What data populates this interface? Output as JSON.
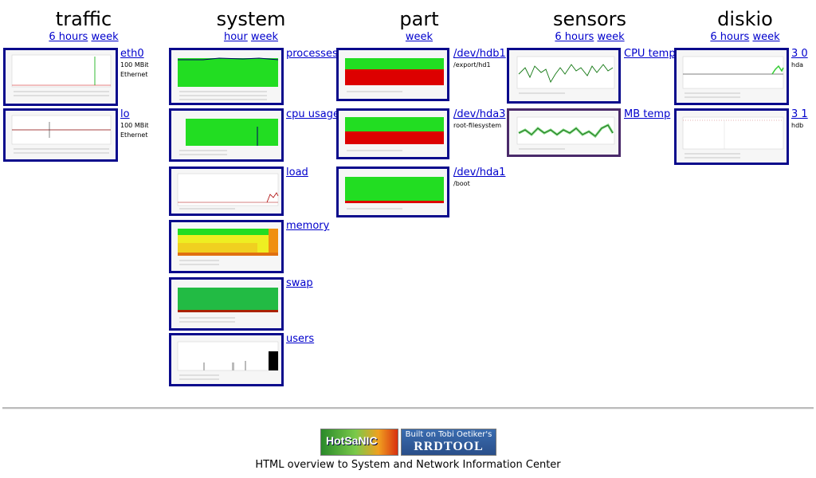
{
  "columns": {
    "traffic": {
      "title": "traffic",
      "links": [
        "6 hours",
        "week"
      ]
    },
    "system": {
      "title": "system",
      "links": [
        "hour",
        "week"
      ]
    },
    "part": {
      "title": "part",
      "links": [
        "week"
      ]
    },
    "sensors": {
      "title": "sensors",
      "links": [
        "6 hours",
        "week"
      ]
    },
    "diskio": {
      "title": "diskio",
      "links": [
        "6 hours",
        "week"
      ]
    }
  },
  "traffic": [
    {
      "label": "eth0",
      "sub1": "100 MBit",
      "sub2": "Ethernet"
    },
    {
      "label": "lo",
      "sub1": "100 MBit",
      "sub2": "Ethernet"
    }
  ],
  "system": [
    {
      "label": "processes"
    },
    {
      "label": "cpu usage"
    },
    {
      "label": "load"
    },
    {
      "label": "memory"
    },
    {
      "label": "swap"
    },
    {
      "label": "users"
    }
  ],
  "part": [
    {
      "label": "/dev/hdb1",
      "sub1": "/export/hd1"
    },
    {
      "label": "/dev/hda3",
      "sub1": "root-filesystem"
    },
    {
      "label": "/dev/hda1",
      "sub1": "/boot"
    }
  ],
  "sensors": [
    {
      "label": "CPU temp"
    },
    {
      "label": "MB temp"
    }
  ],
  "diskio": [
    {
      "label": "3 0",
      "sub1": "hda"
    },
    {
      "label": "3 1",
      "sub1": "hdb"
    }
  ],
  "logos": {
    "hotsanic": "HotSaNIC",
    "rrd_line1": "Built on Tobi Oetiker's",
    "rrd_line2": "RRDTOOL"
  },
  "footer": {
    "text": "HTML overview to System and Network Information Center"
  },
  "colors": {
    "border": "#0a0a8c",
    "link": "#0000cc",
    "green": "#22dd22",
    "red": "#dd0000",
    "yellow": "#eeee22"
  }
}
